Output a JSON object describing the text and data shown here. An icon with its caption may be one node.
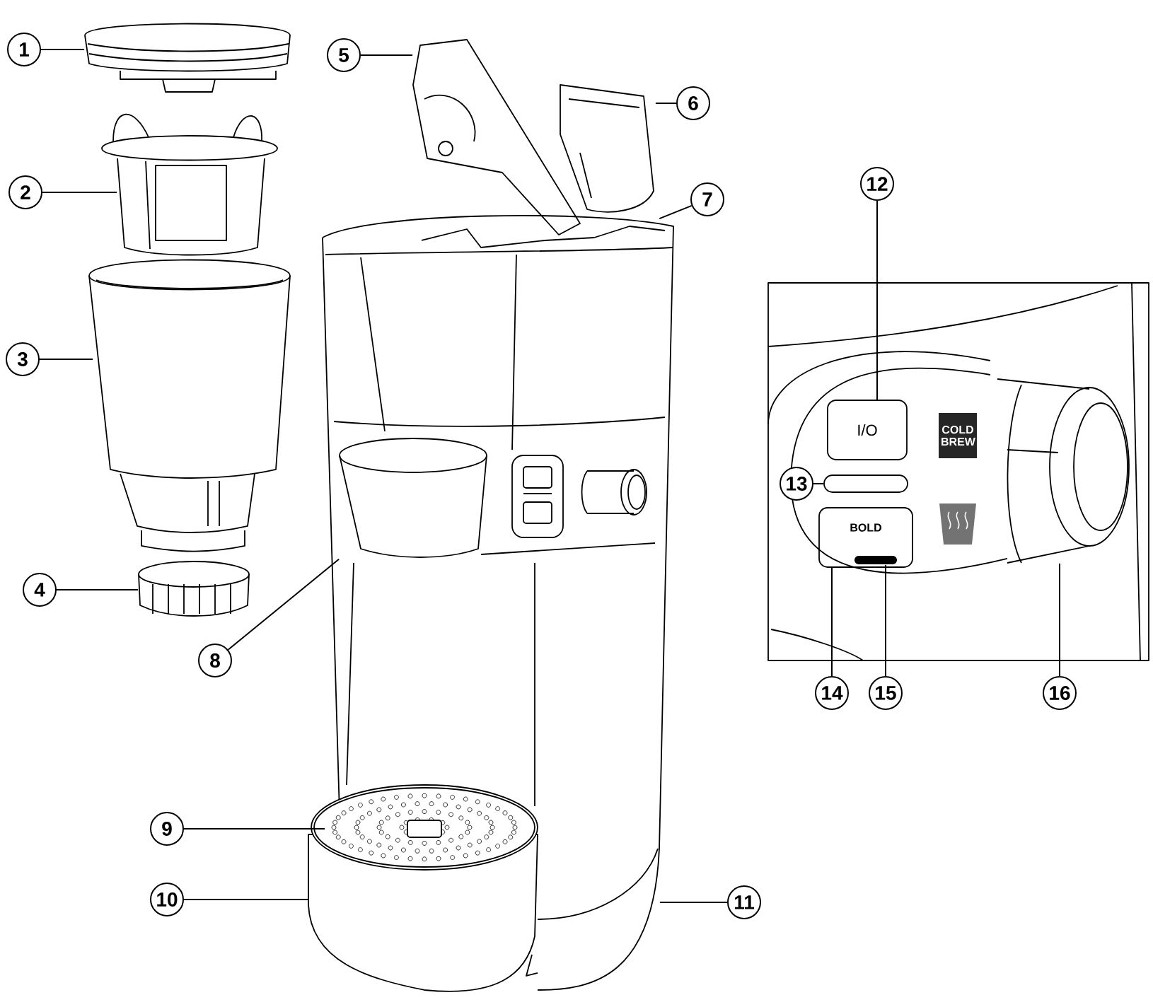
{
  "diagram": {
    "nodes": [
      {
        "text": [
          "1"
        ]
      },
      {
        "text": [
          "2"
        ]
      },
      {
        "text": [
          "3"
        ]
      },
      {
        "text": [
          "4"
        ]
      },
      {
        "text": [
          "5"
        ]
      },
      {
        "text": [
          "6"
        ]
      },
      {
        "text": [
          "7"
        ]
      },
      {
        "text": [
          "8"
        ]
      },
      {
        "text": [
          "9"
        ]
      },
      {
        "text": [
          "10"
        ]
      },
      {
        "text": [
          "11"
        ]
      },
      {
        "text": [
          "12"
        ]
      },
      {
        "text": [
          "13"
        ]
      },
      {
        "text": [
          "14"
        ]
      },
      {
        "text": [
          "15"
        ]
      },
      {
        "text": [
          "16"
        ]
      },
      {
        "text": [
          "I/O"
        ]
      },
      {
        "text": [
          "COLD BREW"
        ]
      },
      {
        "text": [
          "BOLD"
        ]
      },
      {
        "text": [],
        "shape": "picture"
      },
      {
        "text": [],
        "shape": "picture"
      },
      {
        "text": [],
        "shape": "picture"
      },
      {
        "text": [],
        "shape": "picture"
      },
      {
        "text": [],
        "shape": "picture"
      },
      {
        "text": [],
        "shape": "picture"
      },
      {
        "text": [],
        "shape": "picture"
      },
      {
        "text": [],
        "shape": "picture"
      },
      {
        "text": [],
        "shape": "picture"
      },
      {
        "text": [],
        "shape": "picture"
      },
      {
        "text": [],
        "shape": "picture"
      },
      {
        "text": [],
        "shape": "bar"
      },
      {
        "text": [],
        "shape": "bar",
        "in": 18
      },
      {
        "text": [],
        "shape": "picture"
      }
    ],
    "edges": [
      {
        "from": 0,
        "to": 19,
        "arrow": "none"
      },
      {
        "from": 1,
        "to": 20,
        "arrow": "none"
      },
      {
        "from": 2,
        "to": 21,
        "arrow": "none"
      },
      {
        "from": 3,
        "to": 22,
        "arrow": "none"
      },
      {
        "from": 4,
        "to": 23,
        "arrow": "none"
      },
      {
        "from": 5,
        "to": 24,
        "arrow": "none"
      },
      {
        "from": 6,
        "to": 25,
        "arrow": "none"
      },
      {
        "from": 7,
        "to": 26,
        "arrow": "none"
      },
      {
        "from": 8,
        "to": 27,
        "arrow": "none"
      },
      {
        "from": 9,
        "to": 28,
        "arrow": "none"
      },
      {
        "from": 10,
        "to": 29,
        "arrow": "none"
      },
      {
        "from": 11,
        "to": 16,
        "arrow": "none"
      },
      {
        "from": 12,
        "to": 30,
        "arrow": "none"
      },
      {
        "from": 13,
        "to": 18,
        "arrow": "none"
      },
      {
        "from": 14,
        "to": 31,
        "arrow": "none"
      },
      {
        "from": 15,
        "to": 32,
        "arrow": "none"
      }
    ]
  }
}
